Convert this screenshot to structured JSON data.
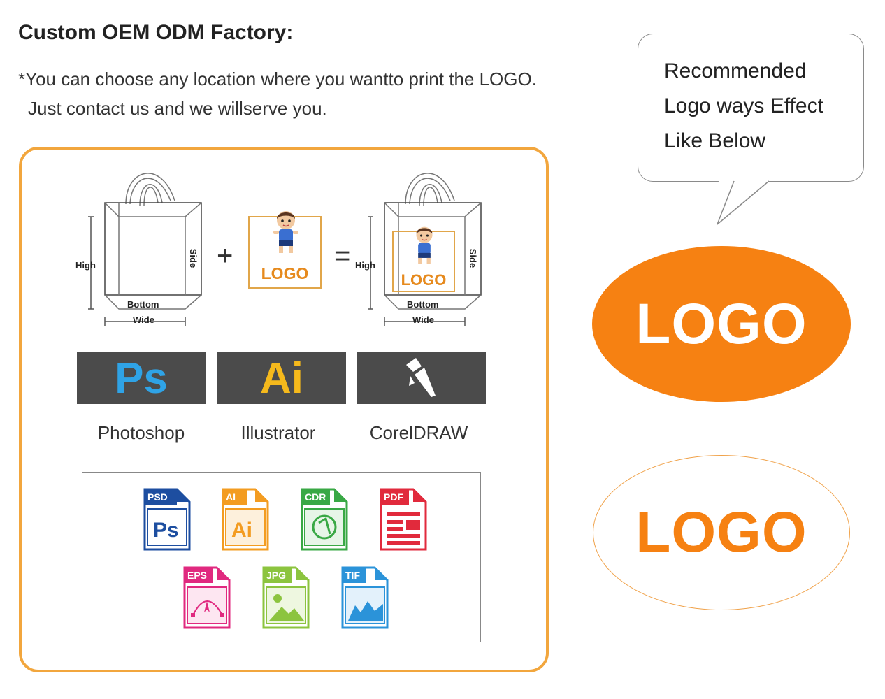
{
  "header": {
    "title": "Custom OEM ODM Factory:",
    "desc_line1": "*You can choose any location where you wantto print the LOGO.",
    "desc_line2": "Just contact us and we willserve you."
  },
  "bubble": {
    "line1": "Recommended",
    "line2": "Logo ways Effect",
    "line3": "Like Below"
  },
  "logo_effects": {
    "filled_text": "LOGO",
    "outline_text": "LOGO",
    "color": "#f68112"
  },
  "diagram": {
    "plus": "+",
    "equals": "=",
    "logo_label": "LOGO",
    "bag_labels": {
      "high": "High",
      "side": "Side",
      "bottom": "Bottom",
      "wide": "Wide"
    }
  },
  "software": [
    {
      "name": "Photoshop",
      "badge": "Ps",
      "color": "#2fa3e6"
    },
    {
      "name": "Illustrator",
      "badge": "Ai",
      "color": "#f5b91c"
    },
    {
      "name": "CorelDRAW",
      "badge": "",
      "color": "#ffffff"
    }
  ],
  "formats": [
    {
      "tag": "PSD",
      "glyph": "Ps",
      "color": "#1d4ea0"
    },
    {
      "tag": "AI",
      "glyph": "Ai",
      "color": "#f39c21"
    },
    {
      "tag": "CDR",
      "glyph": "",
      "color": "#39a845"
    },
    {
      "tag": "PDF",
      "glyph": "",
      "color": "#e12a3c"
    },
    {
      "tag": "EPS",
      "glyph": "",
      "color": "#e0297f"
    },
    {
      "tag": "JPG",
      "glyph": "",
      "color": "#8cc43f"
    },
    {
      "tag": "TIF",
      "glyph": "",
      "color": "#2b93d9"
    }
  ]
}
